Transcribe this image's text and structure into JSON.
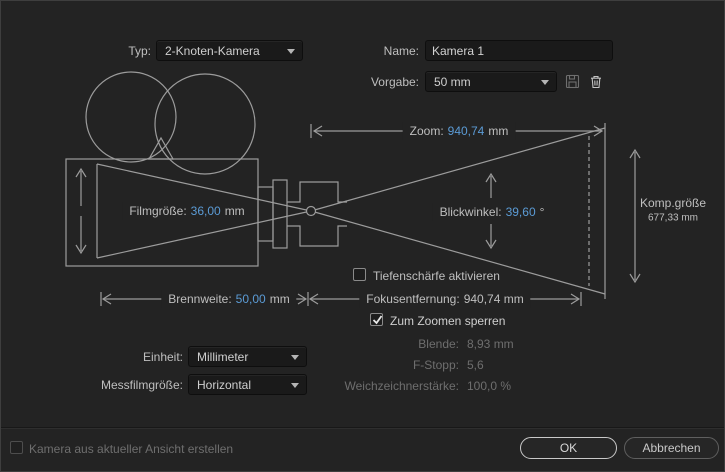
{
  "colors": {
    "accent_value_blue": "#5b9bd5",
    "background": "#232323"
  },
  "header": {
    "type_label": "Typ:",
    "type_value": "2-Knoten-Kamera",
    "name_label": "Name:",
    "name_value": "Kamera 1",
    "preset_label": "Vorgabe:",
    "preset_value": "50 mm"
  },
  "diagram": {
    "zoom": {
      "label": "Zoom:",
      "value": "940,74",
      "unit": "mm"
    },
    "film_size": {
      "label": "Filmgröße:",
      "value": "36,00",
      "unit": "mm"
    },
    "angle_of_view": {
      "label": "Blickwinkel:",
      "value": "39,60",
      "unit": "°"
    },
    "comp_size": {
      "label": "Komp.größe",
      "value": "677,33 mm"
    },
    "focal_length": {
      "label": "Brennweite:",
      "value": "50,00",
      "unit": "mm"
    }
  },
  "options": {
    "depth_of_field": {
      "label": "Tiefenschärfe aktivieren",
      "checked": false
    },
    "focus_distance": {
      "label": "Fokusentfernung:",
      "value": "940,74 mm"
    },
    "lock_to_zoom": {
      "label": "Zum Zoomen sperren",
      "checked": true
    },
    "aperture": {
      "label": "Blende:",
      "value": "8,93 mm"
    },
    "f_stop": {
      "label": "F-Stopp:",
      "value": "5,6"
    },
    "blur_level": {
      "label": "Weichzeichnerstärke:",
      "value": "100,0 %"
    },
    "unit": {
      "label": "Einheit:",
      "value": "Millimeter"
    },
    "film_size_measure": {
      "label": "Messfilmgröße:",
      "value": "Horizontal"
    }
  },
  "footer": {
    "create_from_view_label": "Kamera aus aktueller Ansicht erstellen",
    "create_from_view_checked": false,
    "ok_label": "OK",
    "cancel_label": "Abbrechen"
  }
}
